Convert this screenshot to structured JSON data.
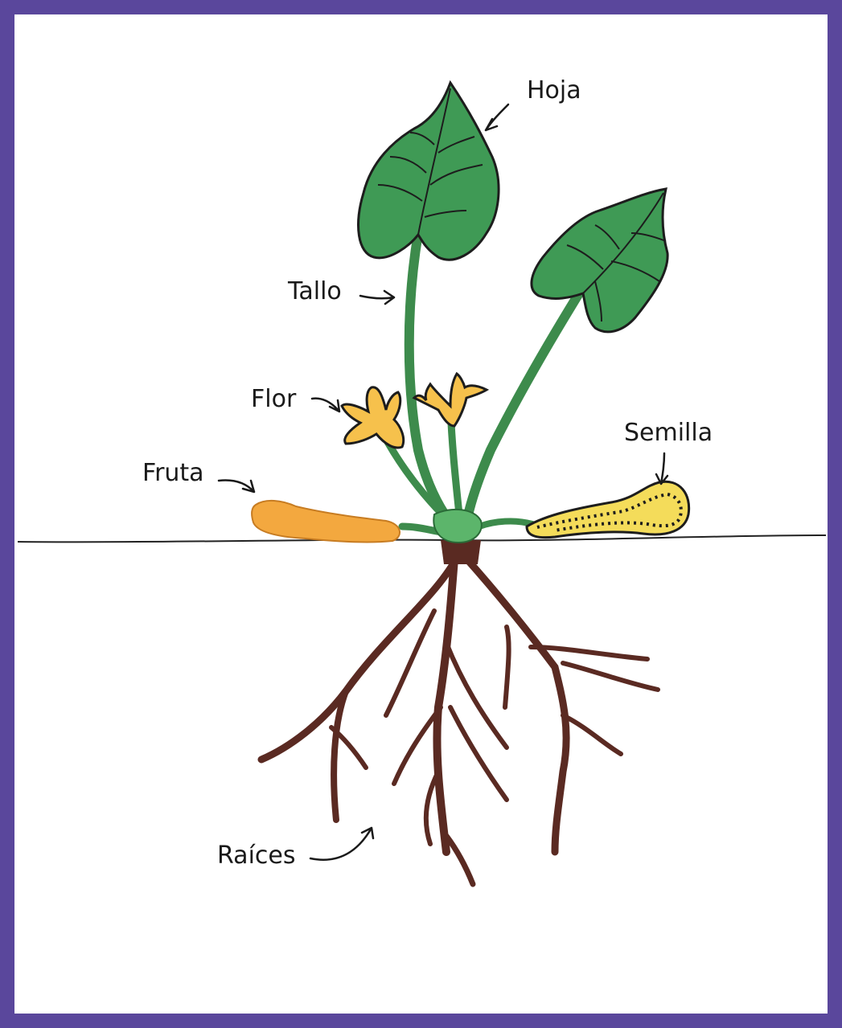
{
  "labels": {
    "hoja": "Hoja",
    "tallo": "Tallo",
    "flor": "Flor",
    "fruta": "Fruta",
    "semilla": "Semilla",
    "raices": "Raíces"
  },
  "colors": {
    "frame": "#5a479c",
    "leaf": "#3f9a55",
    "stem": "#4fa860",
    "flower": "#f6c14c",
    "fruit": "#f3a83f",
    "seed": "#f4dc5a",
    "root": "#5a2a22"
  }
}
